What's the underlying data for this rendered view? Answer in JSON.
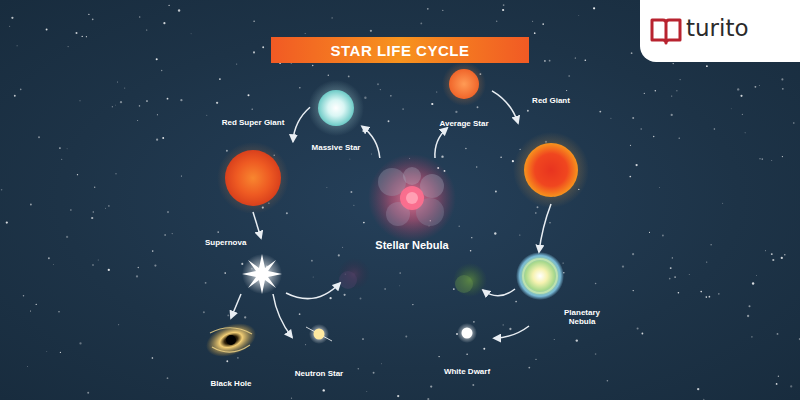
{
  "diagram": {
    "title": "STAR LIFE CYCLE",
    "nodes": [
      {
        "text": [
          "Red Super Giant"
        ]
      },
      {
        "text": [
          "Massive Star"
        ]
      },
      {
        "text": [
          "Average Star"
        ]
      },
      {
        "text": [
          "Red Giant"
        ]
      },
      {
        "text": [
          "Stellar Nebula"
        ]
      },
      {
        "text": [
          "Supernova"
        ]
      },
      {
        "text": [
          "Planetary Nebula"
        ]
      },
      {
        "text": [
          "Black Hole"
        ]
      },
      {
        "text": [
          "Neutron Star"
        ]
      },
      {
        "text": [
          "White Dwarf"
        ]
      }
    ],
    "edges": [
      {
        "from": 4,
        "to": 1,
        "arrow": "to"
      },
      {
        "from": 4,
        "to": 2,
        "arrow": "to"
      },
      {
        "from": 1,
        "to": 0,
        "arrow": "to"
      },
      {
        "from": 2,
        "to": 3,
        "arrow": "to"
      },
      {
        "from": 0,
        "to": 5,
        "arrow": "to"
      },
      {
        "from": 3,
        "to": 6,
        "arrow": "to"
      },
      {
        "from": 5,
        "to": 7,
        "arrow": "to"
      },
      {
        "from": 5,
        "to": 8,
        "arrow": "to"
      },
      {
        "from": 6,
        "to": 9,
        "arrow": "to"
      }
    ],
    "labels": [
      "turito"
    ]
  }
}
